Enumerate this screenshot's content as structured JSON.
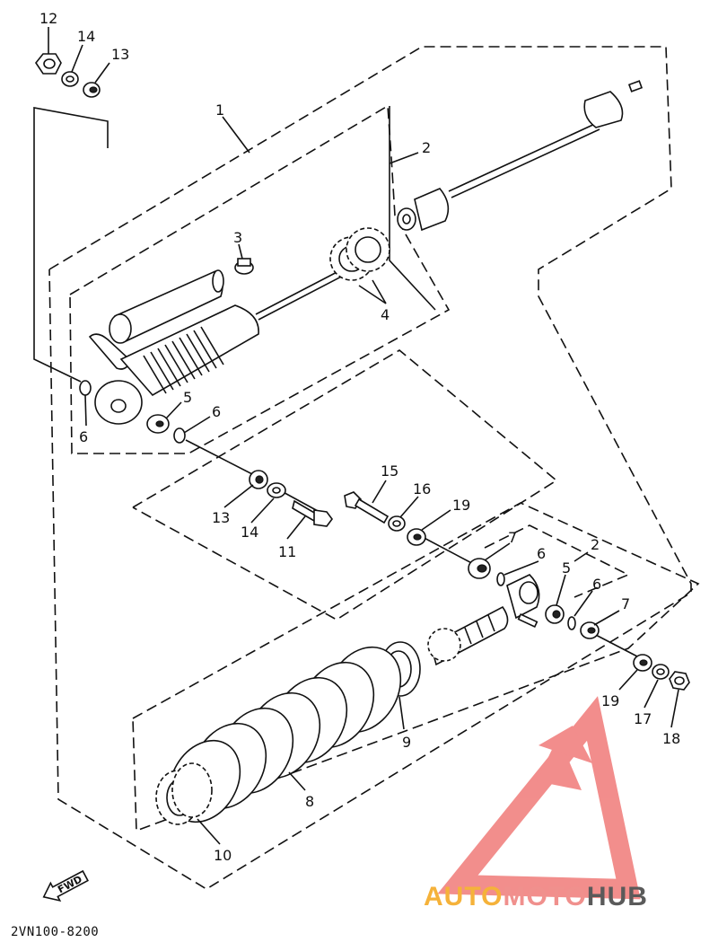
{
  "diagram_code": "2VN100-8200",
  "fwd_label": "FWD",
  "watermark": {
    "part1": "AUTO",
    "part2": "MOTO",
    "part3": "HUB",
    "color1": "#f5b23a",
    "color2": "#f0908d",
    "color3": "#5a5a5a",
    "logo_color": "#f07a78"
  },
  "callouts": {
    "c12": "12",
    "c14a": "14",
    "c13a": "13",
    "c1": "1",
    "c2a": "2",
    "c3": "3",
    "c4": "4",
    "c5a": "5",
    "c6a": "6",
    "c6b": "6",
    "c13b": "13",
    "c14b": "14",
    "c11": "11",
    "c15": "15",
    "c16": "16",
    "c19a": "19",
    "c7a": "7",
    "c6c": "6",
    "c2b": "2",
    "c5b": "5",
    "c6d": "6",
    "c7b": "7",
    "c19b": "19",
    "c17": "17",
    "c18": "18",
    "c9": "9",
    "c8": "8",
    "c10": "10"
  }
}
